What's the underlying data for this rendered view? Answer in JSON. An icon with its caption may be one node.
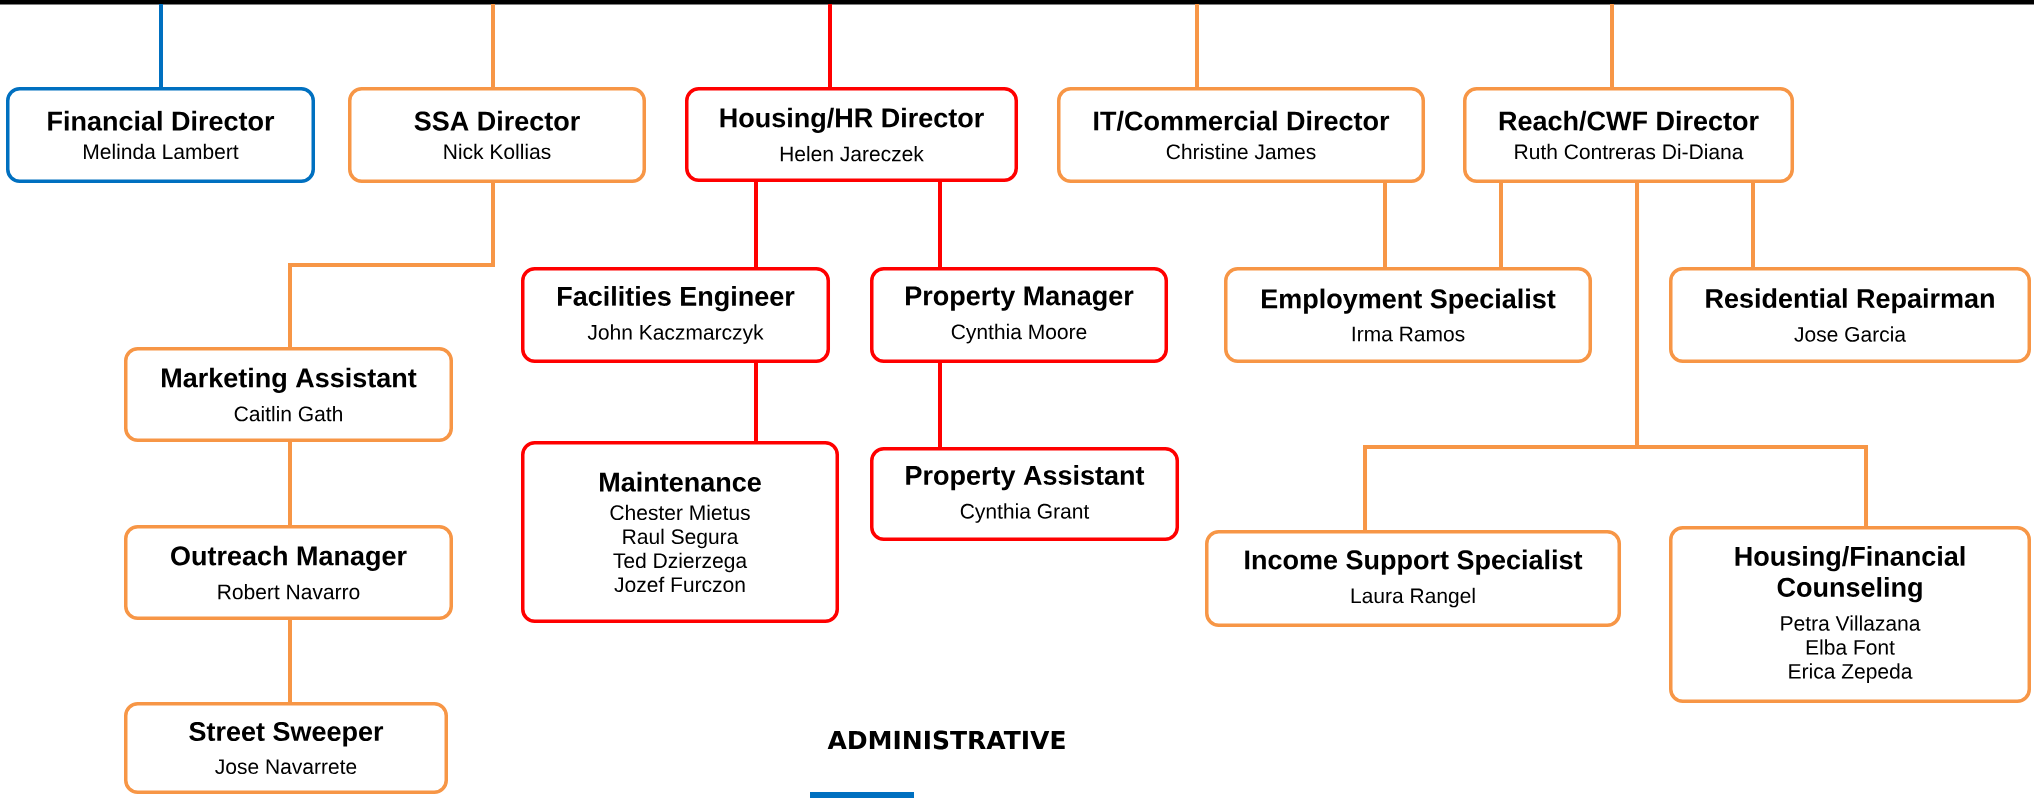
{
  "diagram": {
    "nodes": [
      {
        "text": [
          "Financial Director",
          "Melinda Lambert"
        ]
      },
      {
        "text": [
          "SSA Director",
          "Nick Kollias"
        ]
      },
      {
        "text": [
          "Housing/HR Director",
          "Helen Jareczek"
        ]
      },
      {
        "text": [
          "IT/Commercial Director",
          "Christine James"
        ]
      },
      {
        "text": [
          "Reach/CWF Director",
          "Ruth Contreras Di-Diana"
        ]
      },
      {
        "text": [
          "Marketing Assistant",
          "Caitlin Gath"
        ]
      },
      {
        "text": [
          "Facilities Engineer",
          "John Kaczmarczyk"
        ]
      },
      {
        "text": [
          "Property Manager",
          "Cynthia Moore"
        ]
      },
      {
        "text": [
          "Employment Specialist",
          "Irma Ramos"
        ]
      },
      {
        "text": [
          "Residential Repairman",
          "Jose Garcia"
        ]
      },
      {
        "text": [
          "Outreach Manager",
          "Robert Navarro"
        ]
      },
      {
        "text": [
          "Maintenance",
          "Chester Mietus Raul Segura Ted Dzierzega Jozef Furczon"
        ]
      },
      {
        "text": [
          "Property Assistant",
          "Cynthia Grant"
        ]
      },
      {
        "text": [
          "Income Support Specialist",
          "Laura Rangel"
        ]
      },
      {
        "text": [
          "Housing/Financial Counseling",
          "Petra Villazana Elba Font Erica Zepeda"
        ]
      },
      {
        "text": [
          "Street Sweeper",
          "Jose Navarrete"
        ]
      }
    ],
    "edges": [
      {
        "from": null,
        "to": 0,
        "arrow": "none",
        "color": "#0070c0"
      },
      {
        "from": null,
        "to": 1,
        "arrow": "none"
      },
      {
        "from": null,
        "to": 2,
        "arrow": "none",
        "color": "#ff0000"
      },
      {
        "from": null,
        "to": 3,
        "arrow": "none"
      },
      {
        "from": null,
        "to": 4,
        "arrow": "none"
      },
      {
        "from": 1,
        "to": 5,
        "arrow": "none"
      },
      {
        "from": 2,
        "to": 6,
        "arrow": "none",
        "color": "#ff0000"
      },
      {
        "from": 2,
        "to": 7,
        "arrow": "none",
        "color": "#ff0000"
      },
      {
        "from": 3,
        "to": 8,
        "arrow": "none"
      },
      {
        "from": 4,
        "to": 8,
        "arrow": "none"
      },
      {
        "from": 4,
        "to": 9,
        "arrow": "none"
      },
      {
        "from": 6,
        "to": 11,
        "arrow": "none",
        "color": "#ff0000"
      },
      {
        "from": 7,
        "to": 12,
        "arrow": "none",
        "color": "#ff0000"
      },
      {
        "from": 5,
        "to": 10,
        "arrow": "none"
      },
      {
        "from": 10,
        "to": 15,
        "arrow": "none"
      },
      {
        "from": 4,
        "to": 13,
        "arrow": "none"
      },
      {
        "from": 4,
        "to": 14,
        "arrow": "none"
      }
    ],
    "legend": [
      {
        "text": "ADMINISTRATIVE",
        "color": "#0070c0"
      }
    ]
  }
}
